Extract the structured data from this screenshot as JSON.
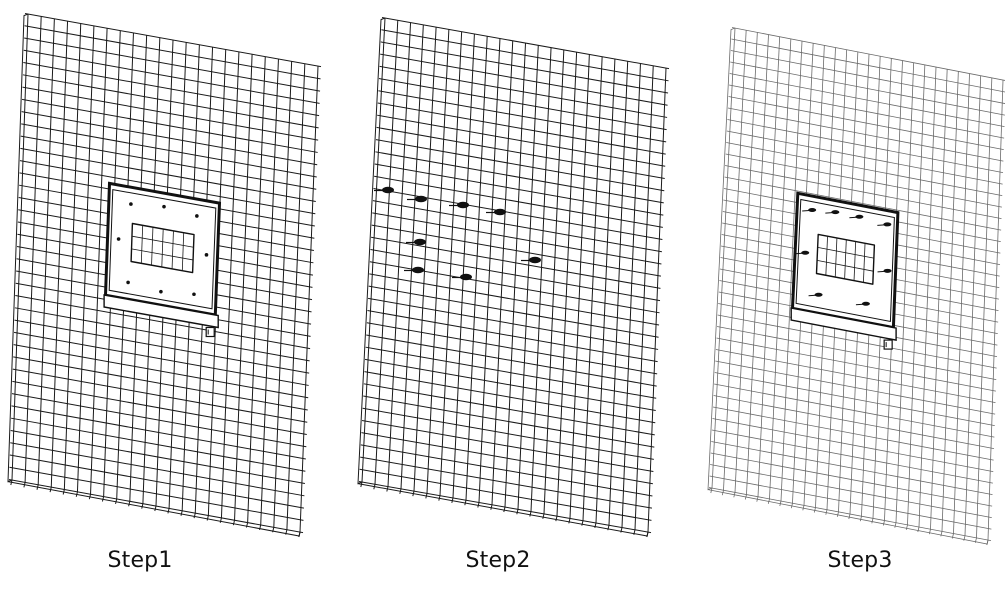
{
  "steps": [
    {
      "id": "step1",
      "label": "Step1"
    },
    {
      "id": "step2",
      "label": "Step2"
    },
    {
      "id": "step3",
      "label": "Step3"
    }
  ],
  "colors": {
    "grid_line": "#1a1a1a",
    "grid_line_light": "#6a6a6a",
    "plate": "#111111",
    "background": "#ffffff"
  }
}
